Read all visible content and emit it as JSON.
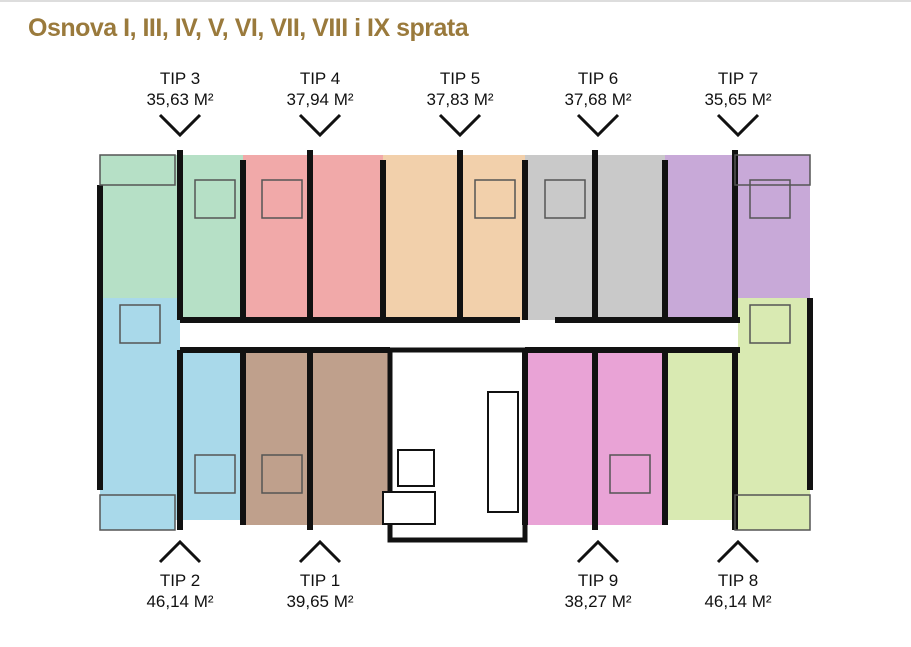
{
  "title": "Osnova I, III, IV, V, VI, VII, VIII i IX sprata",
  "units_top": [
    {
      "name": "TIP 3",
      "area": "35,63 M²",
      "color": "#b6e0c6"
    },
    {
      "name": "TIP 4",
      "area": "37,94 M²",
      "color": "#f1a9a9"
    },
    {
      "name": "TIP 5",
      "area": "37,83 M²",
      "color": "#f2d0ab"
    },
    {
      "name": "TIP 6",
      "area": "37,68 M²",
      "color": "#c9c9c9"
    },
    {
      "name": "TIP 7",
      "area": "35,65 M²",
      "color": "#c8a9d8"
    }
  ],
  "units_bottom": [
    {
      "name": "TIP 2",
      "area": "46,14 M²",
      "color": "#a9d9ea"
    },
    {
      "name": "TIP 1",
      "area": "39,65 M²",
      "color": "#bfa08c"
    },
    {
      "name": "TIP 9",
      "area": "38,27 M²",
      "color": "#e9a3d6"
    },
    {
      "name": "TIP 8",
      "area": "46,14 M²",
      "color": "#d9eab2"
    }
  ]
}
